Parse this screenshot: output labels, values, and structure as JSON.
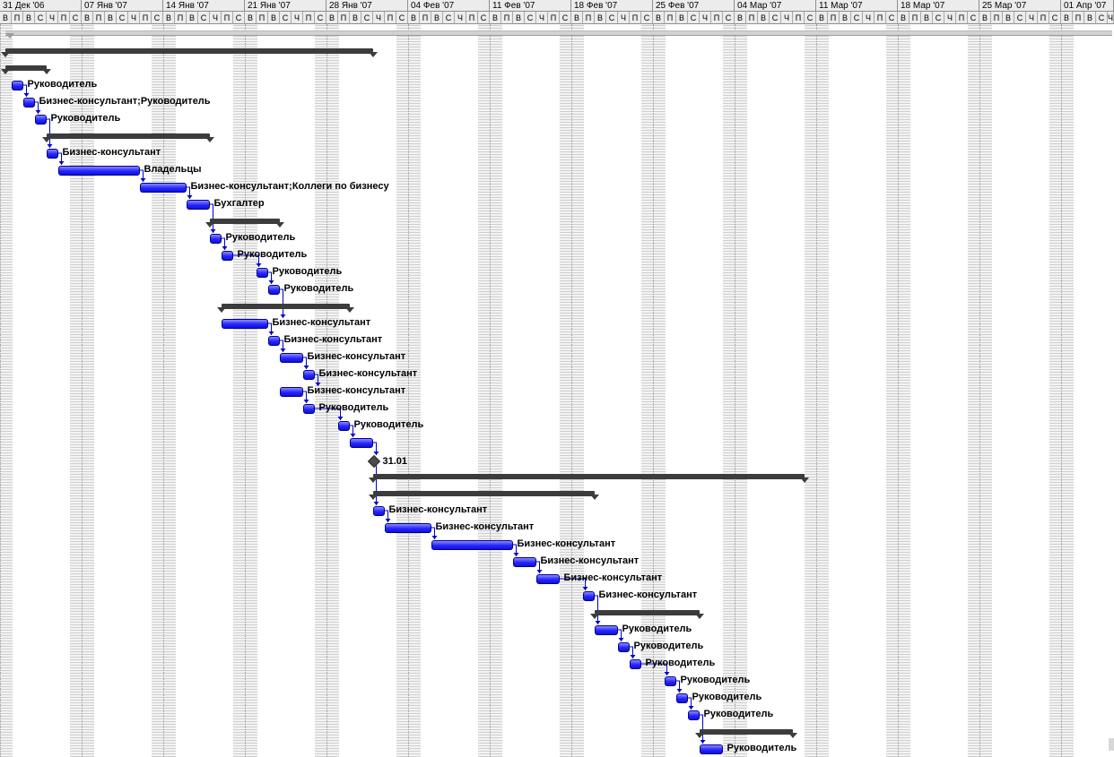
{
  "timeline": {
    "weeks": [
      "31 Дек '06",
      "07 Янв '07",
      "14 Янв '07",
      "21 Янв '07",
      "28 Янв '07",
      "04 Фев '07",
      "11 Фев '07",
      "18 Фев '07",
      "25 Фев '07",
      "04 Мар '07",
      "11 Мар '07",
      "18 Мар '07",
      "25 Мар '07",
      "01 Апр '07"
    ],
    "day_letters": [
      "В",
      "П",
      "В",
      "С",
      "Ч",
      "П",
      "С"
    ],
    "weekend_index": [
      0,
      6
    ]
  },
  "colors": {
    "task_blue": "#2525ff",
    "summary": "#3c3c3c",
    "link": "#0000cc",
    "milestone": "#4a4a4a"
  },
  "rows": [
    {
      "type": "project",
      "start": 0,
      "end": 95
    },
    {
      "type": "summary",
      "start": 0,
      "end": 31.5
    },
    {
      "type": "summary",
      "start": 0,
      "end": 3.5
    },
    {
      "type": "task",
      "start": 0.5,
      "end": 1.5,
      "label": "Руководитель"
    },
    {
      "type": "task",
      "start": 1.5,
      "end": 2.5,
      "label": "Бизнес-консультант;Руководитель"
    },
    {
      "type": "task",
      "start": 2.5,
      "end": 3.5,
      "label": "Руководитель"
    },
    {
      "type": "summary",
      "start": 3.5,
      "end": 17.5
    },
    {
      "type": "task",
      "start": 3.5,
      "end": 4.5,
      "label": "Бизнес-консультант"
    },
    {
      "type": "task",
      "start": 4.5,
      "end": 11.5,
      "label": "Владельцы"
    },
    {
      "type": "task",
      "start": 11.5,
      "end": 15.5,
      "label": "Бизнес-консультант;Коллеги по бизнесу"
    },
    {
      "type": "task",
      "start": 15.5,
      "end": 17.5,
      "label": "Бухгалтер"
    },
    {
      "type": "summary",
      "start": 17.5,
      "end": 23.5
    },
    {
      "type": "task",
      "start": 17.5,
      "end": 18.5,
      "label": "Руководитель"
    },
    {
      "type": "task",
      "start": 18.5,
      "end": 19.5,
      "label": "Руководитель"
    },
    {
      "type": "task",
      "start": 21.5,
      "end": 22.5,
      "label": "Руководитель"
    },
    {
      "type": "task",
      "start": 22.5,
      "end": 23.5,
      "label": "Руководитель"
    },
    {
      "type": "summary",
      "start": 18.5,
      "end": 29.5
    },
    {
      "type": "task",
      "start": 18.5,
      "end": 22.5,
      "label": "Бизнес-консультант"
    },
    {
      "type": "task",
      "start": 22.5,
      "end": 23.5,
      "label": "Бизнес-консультант"
    },
    {
      "type": "task",
      "start": 23.5,
      "end": 25.5,
      "label": "Бизнес-консультант"
    },
    {
      "type": "task",
      "start": 25.5,
      "end": 26.5,
      "label": "Бизнес-консультант"
    },
    {
      "type": "task",
      "start": 23.5,
      "end": 25.5,
      "label": "Бизнес-консультант"
    },
    {
      "type": "task",
      "start": 25.5,
      "end": 26.5,
      "label": "Руководитель"
    },
    {
      "type": "task",
      "start": 28.5,
      "end": 29.5,
      "label": "Руководитель"
    },
    {
      "type": "task",
      "start": 29.5,
      "end": 31.5
    },
    {
      "type": "milestone",
      "start": 31.5,
      "label": "31.01"
    },
    {
      "type": "summary",
      "start": 31.5,
      "end": 68.5
    },
    {
      "type": "summary",
      "start": 31.5,
      "end": 50.5
    },
    {
      "type": "task",
      "start": 31.5,
      "end": 32.5,
      "label": "Бизнес-консультант"
    },
    {
      "type": "task",
      "start": 32.5,
      "end": 36.5,
      "label": "Бизнес-консультант"
    },
    {
      "type": "task",
      "start": 36.5,
      "end": 43.5,
      "label": "Бизнес-консультант"
    },
    {
      "type": "task",
      "start": 43.5,
      "end": 45.5,
      "label": "Бизнес-консультант"
    },
    {
      "type": "task",
      "start": 45.5,
      "end": 47.5,
      "label": "Бизнес-консультант"
    },
    {
      "type": "task",
      "start": 49.5,
      "end": 50.5,
      "label": "Бизнес-консультант"
    },
    {
      "type": "summary",
      "start": 50.5,
      "end": 59.5
    },
    {
      "type": "task",
      "start": 50.5,
      "end": 52.5,
      "label": "Руководитель"
    },
    {
      "type": "task",
      "start": 52.5,
      "end": 53.5,
      "label": "Руководитель"
    },
    {
      "type": "task",
      "start": 53.5,
      "end": 54.5,
      "label": "Руководитель"
    },
    {
      "type": "task",
      "start": 56.5,
      "end": 57.5,
      "label": "Руководитель"
    },
    {
      "type": "task",
      "start": 57.5,
      "end": 58.5,
      "label": "Руководитель"
    },
    {
      "type": "task",
      "start": 58.5,
      "end": 59.5,
      "label": "Руководитель"
    },
    {
      "type": "summary",
      "start": 59.5,
      "end": 67.5
    },
    {
      "type": "task",
      "start": 59.5,
      "end": 61.5,
      "label": "Руководитель"
    }
  ]
}
